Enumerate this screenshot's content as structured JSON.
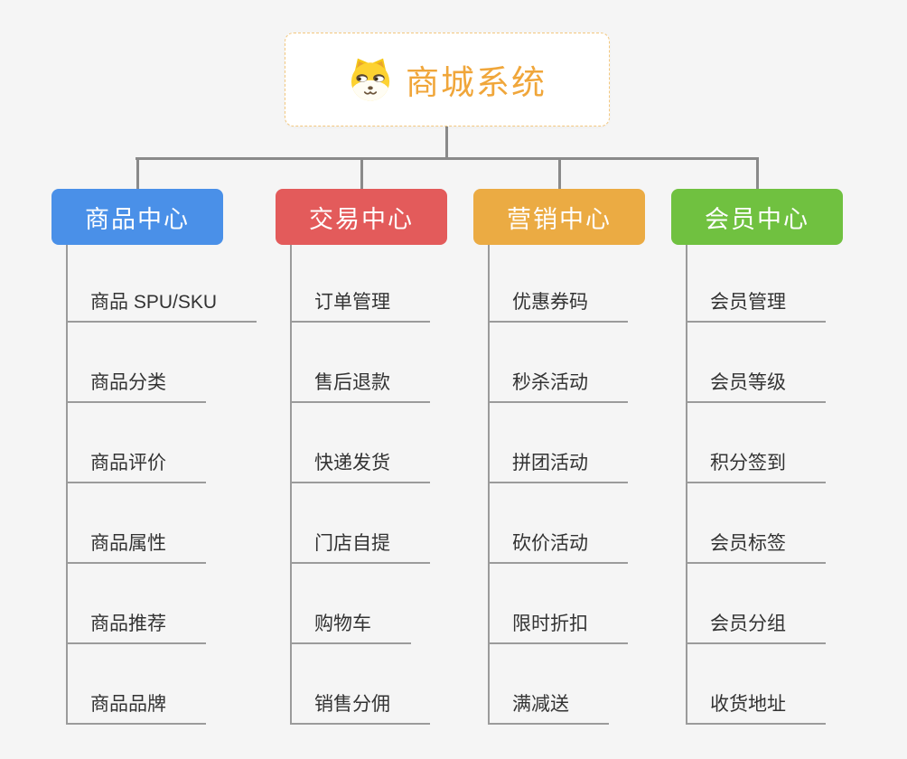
{
  "page": {
    "background": "#f5f5f5",
    "connector_color": "#8a8a8a",
    "leaf_line_color": "#9b9b9b"
  },
  "root": {
    "title": "商城系统",
    "icon": "dog-face-icon",
    "text_color": "#f0a63a",
    "border_color": "#f3c87f"
  },
  "branches": [
    {
      "label": "商品中心",
      "color": "#4a90e8",
      "children": [
        "商品 SPU/SKU",
        "商品分类",
        "商品评价",
        "商品属性",
        "商品推荐",
        "商品品牌"
      ]
    },
    {
      "label": "交易中心",
      "color": "#e35b5b",
      "children": [
        "订单管理",
        "售后退款",
        "快递发货",
        "门店自提",
        "购物车",
        "销售分佣"
      ]
    },
    {
      "label": "营销中心",
      "color": "#ebab43",
      "children": [
        "优惠券码",
        "秒杀活动",
        "拼团活动",
        "砍价活动",
        "限时折扣",
        "满减送"
      ]
    },
    {
      "label": "会员中心",
      "color": "#70c140",
      "children": [
        "会员管理",
        "会员等级",
        "积分签到",
        "会员标签",
        "会员分组",
        "收货地址"
      ]
    }
  ]
}
